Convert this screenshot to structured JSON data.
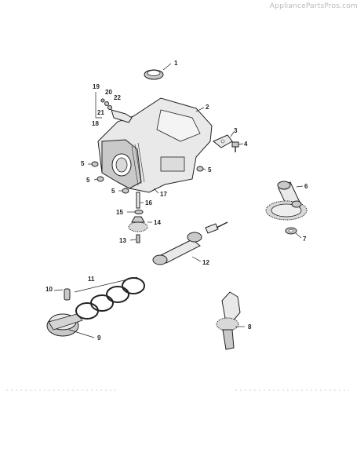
{
  "watermark": "AppliancePartsPros.com",
  "callouts": {
    "c1": "1",
    "c2": "2",
    "c3": "3",
    "c4": "4",
    "c5a": "5",
    "c5b": "5",
    "c5c": "5",
    "c5d": "5",
    "c6": "6",
    "c7": "7",
    "c8": "8",
    "c9": "9",
    "c10": "10",
    "c11": "11",
    "c12": "12",
    "c13": "13",
    "c14": "14",
    "c15": "15",
    "c16": "16",
    "c17": "17",
    "c18": "18",
    "c19": "19",
    "c20": "20",
    "c21": "21",
    "c22": "22"
  }
}
